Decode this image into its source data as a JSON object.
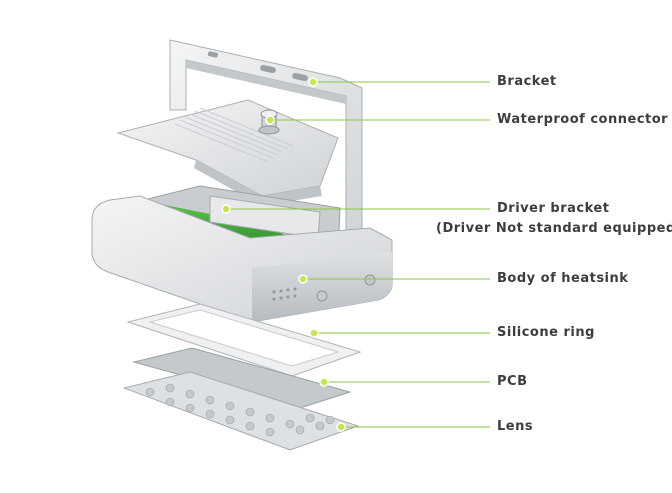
{
  "labels": {
    "bracket": "Bracket",
    "waterproof_connector": "Waterproof connector",
    "driver_bracket": "Driver bracket",
    "driver_note": "(Driver Not standard equipped)",
    "body_of_heatsink": "Body of heatsink",
    "silicone_ring": "Silicone ring",
    "pcb": "PCB",
    "lens": "Lens"
  },
  "colors": {
    "leader_line": "#8dc63f",
    "marker_dot": "#c8e64a",
    "label_text": "#3d3d3d",
    "driver_green": "#3ba535"
  }
}
